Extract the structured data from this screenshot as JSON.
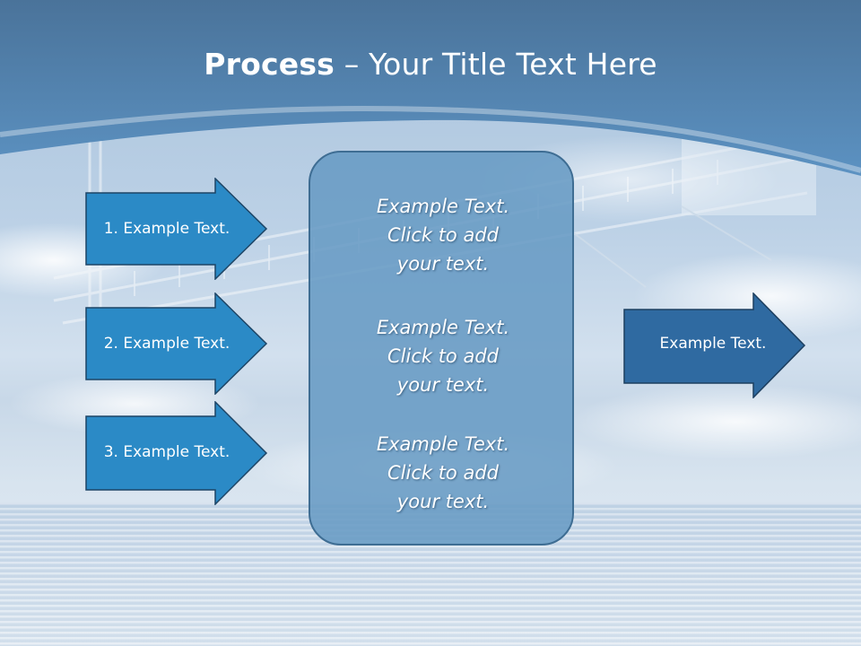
{
  "title": {
    "bold": "Process",
    "rest": " – Your Title Text Here"
  },
  "left_steps": [
    {
      "label": "1. Example Text."
    },
    {
      "label": "2. Example Text."
    },
    {
      "label": "3. Example Text."
    }
  ],
  "center_items": [
    {
      "text": "Example Text.\nClick  to add\nyour text."
    },
    {
      "text": "Example Text.\nClick  to add\nyour text."
    },
    {
      "text": "Example Text.\nClick  to add\nyour text."
    }
  ],
  "right_output": {
    "label": "Example Text."
  },
  "colors": {
    "header": "#4a83b3",
    "step_arrow_fill": "#2b8ac6",
    "output_arrow_fill": "#2f6aa1",
    "center_panel": "#689bc4"
  }
}
